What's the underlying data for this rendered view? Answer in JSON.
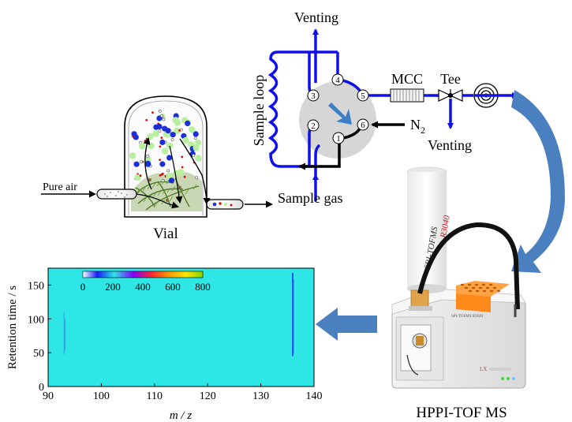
{
  "colors": {
    "flow_line": "#1010e8",
    "black_line": "#000000",
    "valve_body": "#d6d6d6",
    "valve_arrow": "#3d7fc4",
    "big_arrow": "#4a7fc0",
    "heatmap_bg": "#2ee6e6",
    "vial_dot_green": "#b8f0a0",
    "vial_dot_blue": "#1a2fd8",
    "vial_dot_red": "#d01010"
  },
  "labels": {
    "venting_top": "Venting",
    "venting_side": "Venting",
    "sample_loop": "Sample loop",
    "mcc": "MCC",
    "tee": "Tee",
    "n2": "N",
    "n2_sub": "2",
    "sample_gas": "Sample gas",
    "pure_air": "Pure air",
    "vial": "Vial",
    "instrument": "HPPI-TOF MS",
    "instrument_tube_text": "SPI-TOFMS",
    "instrument_tube_model": "R3040",
    "instrument_front_text": "SPI-TOFMS R3040"
  },
  "valve_ports": [
    "1",
    "2",
    "3",
    "4",
    "5",
    "6"
  ],
  "icons": {
    "detector": "concentric-circle-target-icon",
    "tee_valve": "bowtie-valve-icon",
    "flow_arrow": "curved-arrow-icon"
  },
  "chart_data": {
    "type": "heatmap",
    "xlabel": "m / z",
    "ylabel": "Retention time / s",
    "xlim": [
      90,
      140
    ],
    "ylim": [
      0,
      175
    ],
    "x_ticks": [
      90,
      100,
      110,
      120,
      130,
      140
    ],
    "y_ticks": [
      0,
      50,
      100,
      150
    ],
    "colorbar": {
      "ticks": [
        0,
        200,
        400,
        600,
        800
      ],
      "range": [
        0,
        800
      ],
      "colors": [
        "#ffffff",
        "#1a1aff",
        "#2ee6e6",
        "#8000ff",
        "#ff2a2a",
        "#ff9a00",
        "#ffe600",
        "#7cd400"
      ]
    },
    "features": [
      {
        "mz": 93,
        "rt_start": 48,
        "rt_end": 110,
        "intensity": "low"
      },
      {
        "mz": 136,
        "rt_start": 45,
        "rt_end": 168,
        "intensity": "high"
      }
    ]
  }
}
